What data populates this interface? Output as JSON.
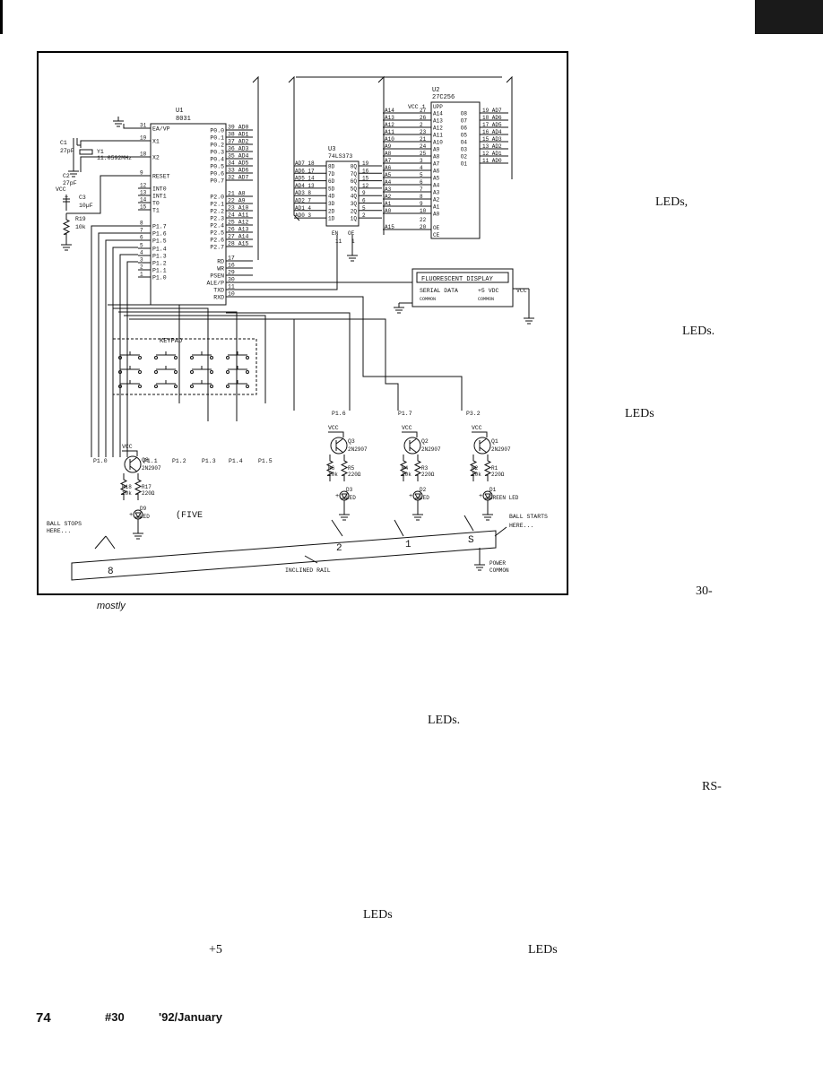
{
  "schematic": {
    "u1": {
      "name": "U1",
      "part": "8031",
      "left_pins": [
        {
          "num": "31",
          "label": "EA/VP"
        },
        {
          "num": "19",
          "label": "X1"
        },
        {
          "num": "18",
          "label": "X2"
        },
        {
          "num": "9",
          "label": "RESET"
        },
        {
          "num": "12",
          "label": "INT0"
        },
        {
          "num": "13",
          "label": "INT1"
        },
        {
          "num": "14",
          "label": "T0"
        },
        {
          "num": "15",
          "label": "T1"
        },
        {
          "num": "8",
          "label": "P1.7"
        },
        {
          "num": "7",
          "label": "P1.6"
        },
        {
          "num": "6",
          "label": "P1.5"
        },
        {
          "num": "5",
          "label": "P1.4"
        },
        {
          "num": "4",
          "label": "P1.3"
        },
        {
          "num": "3",
          "label": "P1.2"
        },
        {
          "num": "2",
          "label": "P1.1"
        },
        {
          "num": "1",
          "label": "P1.0"
        }
      ],
      "right_pins": [
        {
          "label": "P0.0",
          "num": "39",
          "net": "AD0"
        },
        {
          "label": "P0.1",
          "num": "38",
          "net": "AD1"
        },
        {
          "label": "P0.2",
          "num": "37",
          "net": "AD2"
        },
        {
          "label": "P0.3",
          "num": "36",
          "net": "AD3"
        },
        {
          "label": "P0.4",
          "num": "35",
          "net": "AD4"
        },
        {
          "label": "P0.5",
          "num": "34",
          "net": "AD5"
        },
        {
          "label": "P0.6",
          "num": "33",
          "net": "AD6"
        },
        {
          "label": "P0.7",
          "num": "32",
          "net": "AD7"
        },
        {
          "label": "P2.0",
          "num": "21",
          "net": "A8"
        },
        {
          "label": "P2.1",
          "num": "22",
          "net": "A9"
        },
        {
          "label": "P2.2",
          "num": "23",
          "net": "A10"
        },
        {
          "label": "P2.3",
          "num": "24",
          "net": "A11"
        },
        {
          "label": "P2.4",
          "num": "25",
          "net": "A12"
        },
        {
          "label": "P2.5",
          "num": "26",
          "net": "A13"
        },
        {
          "label": "P2.6",
          "num": "27",
          "net": "A14"
        },
        {
          "label": "P2.7",
          "num": "28",
          "net": "A15"
        },
        {
          "label": "RD",
          "num": "17",
          "net": ""
        },
        {
          "label": "WR",
          "num": "16",
          "net": ""
        },
        {
          "label": "PSEN",
          "num": "29",
          "net": ""
        },
        {
          "label": "ALE/P",
          "num": "30",
          "net": ""
        },
        {
          "label": "TXD",
          "num": "11",
          "net": ""
        },
        {
          "label": "RXD",
          "num": "10",
          "net": ""
        }
      ]
    },
    "u3": {
      "name": "U3",
      "part": "74LS373",
      "inputs": [
        {
          "net": "AD7",
          "num": "18",
          "pin": "8D"
        },
        {
          "net": "AD6",
          "num": "17",
          "pin": "7D"
        },
        {
          "net": "AD5",
          "num": "14",
          "pin": "6D"
        },
        {
          "net": "AD4",
          "num": "13",
          "pin": "5D"
        },
        {
          "net": "AD3",
          "num": "8",
          "pin": "4D"
        },
        {
          "net": "AD2",
          "num": "7",
          "pin": "3D"
        },
        {
          "net": "AD1",
          "num": "4",
          "pin": "2D"
        },
        {
          "net": "AD0",
          "num": "3",
          "pin": "1D"
        }
      ],
      "outputs": [
        {
          "pin": "8Q",
          "num": "19"
        },
        {
          "pin": "7Q",
          "num": "16"
        },
        {
          "pin": "6Q",
          "num": "15"
        },
        {
          "pin": "5Q",
          "num": "12"
        },
        {
          "pin": "4Q",
          "num": "9"
        },
        {
          "pin": "3Q",
          "num": "6"
        },
        {
          "pin": "2Q",
          "num": "5"
        },
        {
          "pin": "1Q",
          "num": "2"
        }
      ],
      "en": "EN",
      "oe": "OE",
      "en_num": "11",
      "oe_num": "1"
    },
    "u2": {
      "name": "U2",
      "part": "27C256",
      "vcc": "VCC",
      "vcc_num": "1",
      "inputs": [
        {
          "net": "A14",
          "num": "27",
          "pin": "A14"
        },
        {
          "net": "A13",
          "num": "26",
          "pin": "A13"
        },
        {
          "net": "A12",
          "num": "2",
          "pin": "A12"
        },
        {
          "net": "A11",
          "num": "23",
          "pin": "A11"
        },
        {
          "net": "A10",
          "num": "21",
          "pin": "A10"
        },
        {
          "net": "A9",
          "num": "24",
          "pin": "A9"
        },
        {
          "net": "A8",
          "num": "25",
          "pin": "A8"
        },
        {
          "net": "A7",
          "num": "3",
          "pin": "A7"
        },
        {
          "net": "A6",
          "num": "4",
          "pin": "A6"
        },
        {
          "net": "A5",
          "num": "5",
          "pin": "A5"
        },
        {
          "net": "A4",
          "num": "6",
          "pin": "A4"
        },
        {
          "net": "A3",
          "num": "7",
          "pin": "A3"
        },
        {
          "net": "A2",
          "num": "8",
          "pin": "A2"
        },
        {
          "net": "A1",
          "num": "9",
          "pin": "A1"
        },
        {
          "net": "A0",
          "num": "10",
          "pin": "A0"
        }
      ],
      "upp": "UPP",
      "oe": "OE",
      "ce": "CE",
      "oe_num": "22",
      "ce_num": "20",
      "ce_net": "A15",
      "outputs": [
        {
          "pin": "O8",
          "num": "19",
          "net": "AD7"
        },
        {
          "pin": "O7",
          "num": "18",
          "net": "AD6"
        },
        {
          "pin": "O6",
          "num": "17",
          "net": "AD5"
        },
        {
          "pin": "O5",
          "num": "16",
          "net": "AD4"
        },
        {
          "pin": "O4",
          "num": "15",
          "net": "AD3"
        },
        {
          "pin": "O3",
          "num": "13",
          "net": "AD2"
        },
        {
          "pin": "O2",
          "num": "12",
          "net": "AD1"
        },
        {
          "pin": "O1",
          "num": "11",
          "net": "AD0"
        }
      ]
    },
    "crystal": {
      "c1": "C1",
      "c1_val": "27pF",
      "c2": "C2",
      "c2_val": "27pF",
      "y1": "Y1",
      "y1_val": "11.0592MHz"
    },
    "reset": {
      "vcc": "VCC",
      "c3": "C3",
      "c3_val": "10µF",
      "plus": "+",
      "r19": "R19",
      "r19_val": "10k"
    },
    "display": {
      "title": "FLUORESCENT DISPLAY",
      "serial": "SERIAL DATA",
      "plus5": "+5 VDC",
      "common1": "COMMON",
      "common2": "COMMON",
      "vcc": "VCC"
    },
    "keypad": "KEYPAD",
    "port_labels": [
      "P1.6",
      "P1.7",
      "P3.2"
    ],
    "bottom_port_labels": [
      "P1.0",
      "P1.1",
      "P1.2",
      "P1.3",
      "P1.4",
      "P1.5"
    ],
    "drivers": [
      {
        "q": "Q3",
        "type": "2N2907",
        "vcc": "VCC",
        "rb": "R6",
        "rb_val": "10k",
        "rc": "R5",
        "rc_val": "220Ω",
        "d": "D3",
        "d_lbl": "LED",
        "plus": "+"
      },
      {
        "q": "Q2",
        "type": "2N2907",
        "vcc": "VCC",
        "rb": "R4",
        "rb_val": "10k",
        "rc": "R3",
        "rc_val": "220Ω",
        "d": "D2",
        "d_lbl": "LED",
        "plus": "+"
      },
      {
        "q": "Q1",
        "type": "2N2907",
        "vcc": "VCC",
        "rb": "R2",
        "rb_val": "10k",
        "rc": "R1",
        "rc_val": "220Ω",
        "d": "D1",
        "d_lbl": "GREEN LED",
        "plus": "+"
      },
      {
        "q": "Q8",
        "type": "2N2907",
        "vcc": "VCC",
        "rb": "R18",
        "rb_val": "10k",
        "rc": "R17",
        "rc_val": "220Ω",
        "d": "D9",
        "d_lbl": "LED",
        "plus": "+"
      }
    ],
    "five": "(FIVE",
    "rail": {
      "label": "INCLINED RAIL",
      "ball_stops": "BALL STOPS",
      "here_left": "HERE...",
      "ball_starts": "BALL STARTS",
      "here_right": "HERE...",
      "n8": "8",
      "n2": "2",
      "n1": "1",
      "ns": "S",
      "power": "POWER",
      "common": "COMMON"
    }
  },
  "fragments": {
    "leds1": "LEDs,",
    "leds2": "LEDs.",
    "leds3": "LEDs",
    "thirty": "30-",
    "mostly": "mostly",
    "leds4": "LEDs.",
    "rs": "RS-",
    "leds5": "LEDs",
    "plus5": "+5",
    "leds6": "LEDs"
  },
  "footer": {
    "page": "74",
    "issue": "#30",
    "date": "'92/January"
  }
}
